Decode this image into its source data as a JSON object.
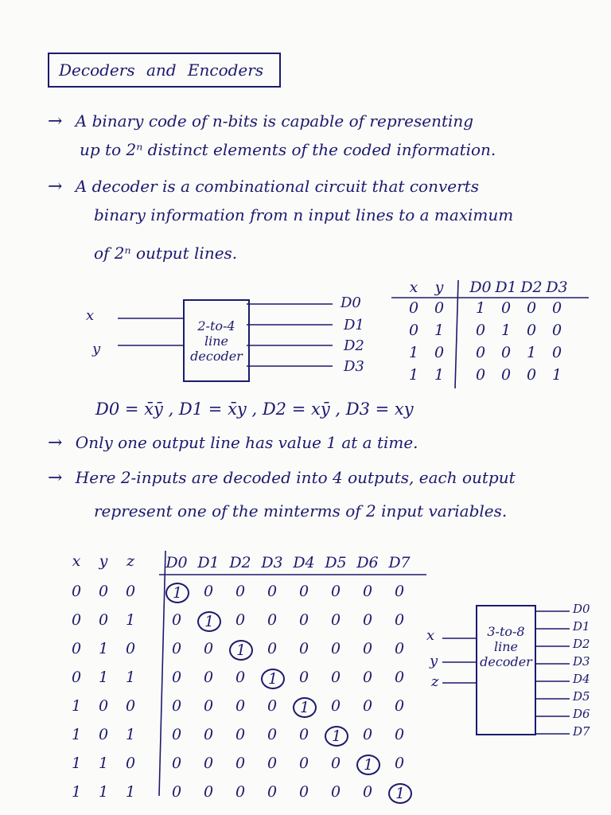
{
  "title": {
    "part1": "Decoders",
    "part2": "and",
    "part3": "Encoders"
  },
  "intro": {
    "b1_l1": "A binary code of n-bits is capable of representing",
    "b1_l2": "up to 2ⁿ distinct elements of the coded information.",
    "b2_l1": "A decoder is a combinational circuit that converts",
    "b2_l2": "binary information from n input lines to a maximum",
    "b2_l3": "of 2ⁿ output lines.",
    "arrow": "→"
  },
  "decoder2": {
    "block_label": [
      "2-to-4",
      "line",
      "decoder"
    ],
    "inputs": [
      "x",
      "y"
    ],
    "outputs": [
      "D0",
      "D1",
      "D2",
      "D3"
    ]
  },
  "table2": {
    "in_headers": [
      "x",
      "y"
    ],
    "out_headers": [
      "D0",
      "D1",
      "D2",
      "D3"
    ],
    "in_rows": [
      [
        "0",
        "0"
      ],
      [
        "0",
        "1"
      ],
      [
        "1",
        "0"
      ],
      [
        "1",
        "1"
      ]
    ],
    "out_rows": [
      [
        "1",
        "0",
        "0",
        "0"
      ],
      [
        "0",
        "1",
        "0",
        "0"
      ],
      [
        "0",
        "0",
        "1",
        "0"
      ],
      [
        "0",
        "0",
        "0",
        "1"
      ]
    ]
  },
  "equations": {
    "d0_lhs": "D0 =",
    "d0_rhs": "x̄ȳ",
    "d1_lhs": ", D1 =",
    "d1_rhs": "x̄y",
    "d2_lhs": ", D2 =",
    "d2_rhs": "xȳ",
    "d3_lhs": ", D3 =",
    "d3_rhs": "xy"
  },
  "notes": {
    "n1": "Only one output line has value 1 at a time.",
    "n2_l1": "Here 2-inputs are decoded into 4 outputs, each output",
    "n2_l2": "represent one of the minterms of 2 input variables."
  },
  "table3": {
    "in_headers": [
      "x",
      "y",
      "z"
    ],
    "out_headers": [
      "D0",
      "D1",
      "D2",
      "D3",
      "D4",
      "D5",
      "D6",
      "D7"
    ],
    "in_rows": [
      [
        "0",
        "0",
        "0"
      ],
      [
        "0",
        "0",
        "1"
      ],
      [
        "0",
        "1",
        "0"
      ],
      [
        "0",
        "1",
        "1"
      ],
      [
        "1",
        "0",
        "0"
      ],
      [
        "1",
        "0",
        "1"
      ],
      [
        "1",
        "1",
        "0"
      ],
      [
        "1",
        "1",
        "1"
      ]
    ],
    "out_rows": [
      [
        "1",
        "0",
        "0",
        "0",
        "0",
        "0",
        "0",
        "0"
      ],
      [
        "0",
        "1",
        "0",
        "0",
        "0",
        "0",
        "0",
        "0"
      ],
      [
        "0",
        "0",
        "1",
        "0",
        "0",
        "0",
        "0",
        "0"
      ],
      [
        "0",
        "0",
        "0",
        "1",
        "0",
        "0",
        "0",
        "0"
      ],
      [
        "0",
        "0",
        "0",
        "0",
        "1",
        "0",
        "0",
        "0"
      ],
      [
        "0",
        "0",
        "0",
        "0",
        "0",
        "1",
        "0",
        "0"
      ],
      [
        "0",
        "0",
        "0",
        "0",
        "0",
        "0",
        "1",
        "0"
      ],
      [
        "0",
        "0",
        "0",
        "0",
        "0",
        "0",
        "0",
        "1"
      ]
    ]
  },
  "decoder3": {
    "block_label": [
      "3-to-8",
      "line",
      "decoder"
    ],
    "inputs": [
      "x",
      "y",
      "z"
    ],
    "outputs": [
      "D0",
      "D1",
      "D2",
      "D3",
      "D4",
      "D5",
      "D6",
      "D7"
    ]
  },
  "colors": {
    "ink": "#1c1a6e",
    "paper": "#fbfbf9"
  }
}
